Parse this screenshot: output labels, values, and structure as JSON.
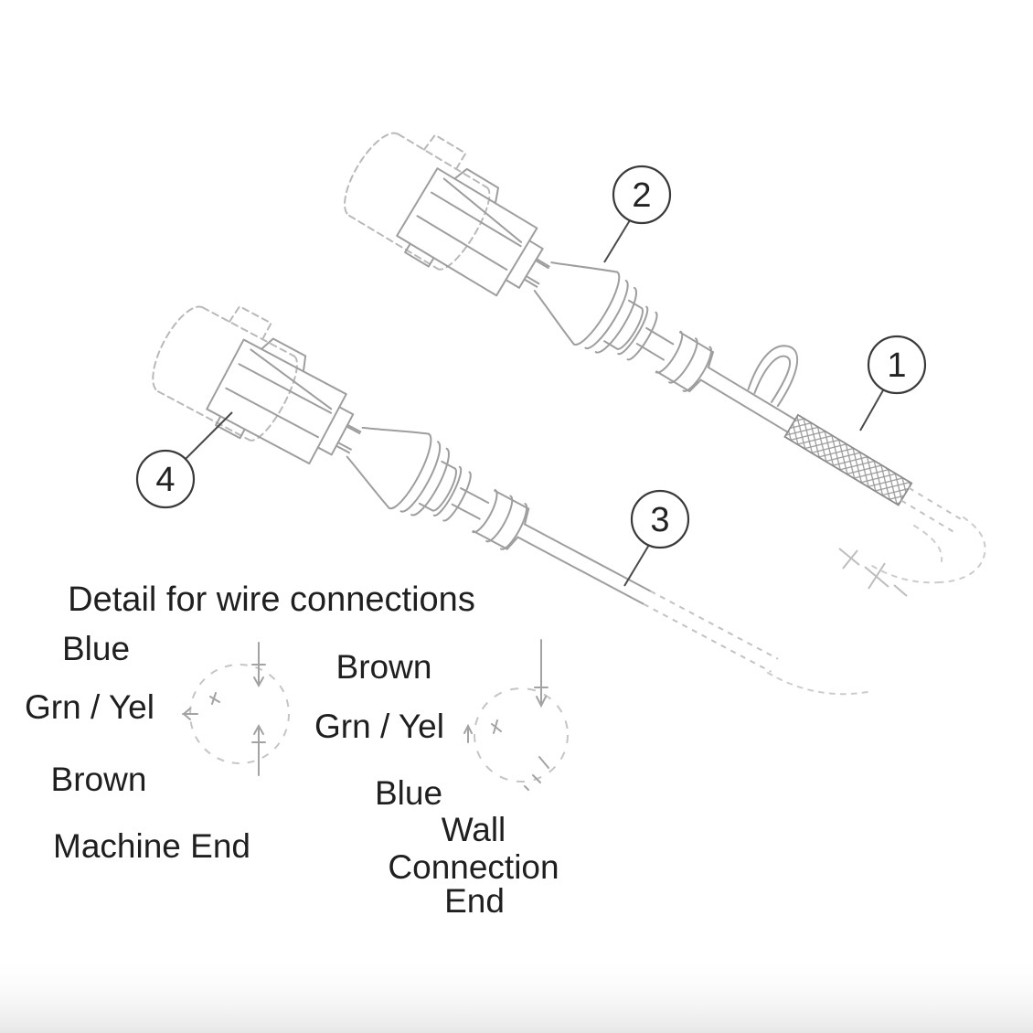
{
  "figure": {
    "kind": "power-cord cable assembly parts diagram",
    "title": "Detail for wire connections",
    "callouts": [
      {
        "number": "1",
        "points_to": "braided sleeve on upper cable"
      },
      {
        "number": "2",
        "points_to": "molded plug body of upper cable"
      },
      {
        "number": "3",
        "points_to": "lower cable"
      },
      {
        "number": "4",
        "points_to": "terminal block of lower connector"
      }
    ],
    "machine_end": {
      "caption": "Machine End",
      "wires": [
        "Blue",
        "Grn / Yel",
        "Brown"
      ]
    },
    "wall_connection_end": {
      "caption_lines": [
        "Wall",
        "Connection",
        "End"
      ],
      "wires": [
        "Brown",
        "Grn / Yel",
        "Blue"
      ]
    }
  },
  "colors": {
    "line_art": "#9e9e9e",
    "dashed_outline": "#b9b9b9",
    "ghost_outline": "#cccccc",
    "callout": "#3a3a3a",
    "text": "#1f1f1f",
    "background": "#ffffff"
  }
}
